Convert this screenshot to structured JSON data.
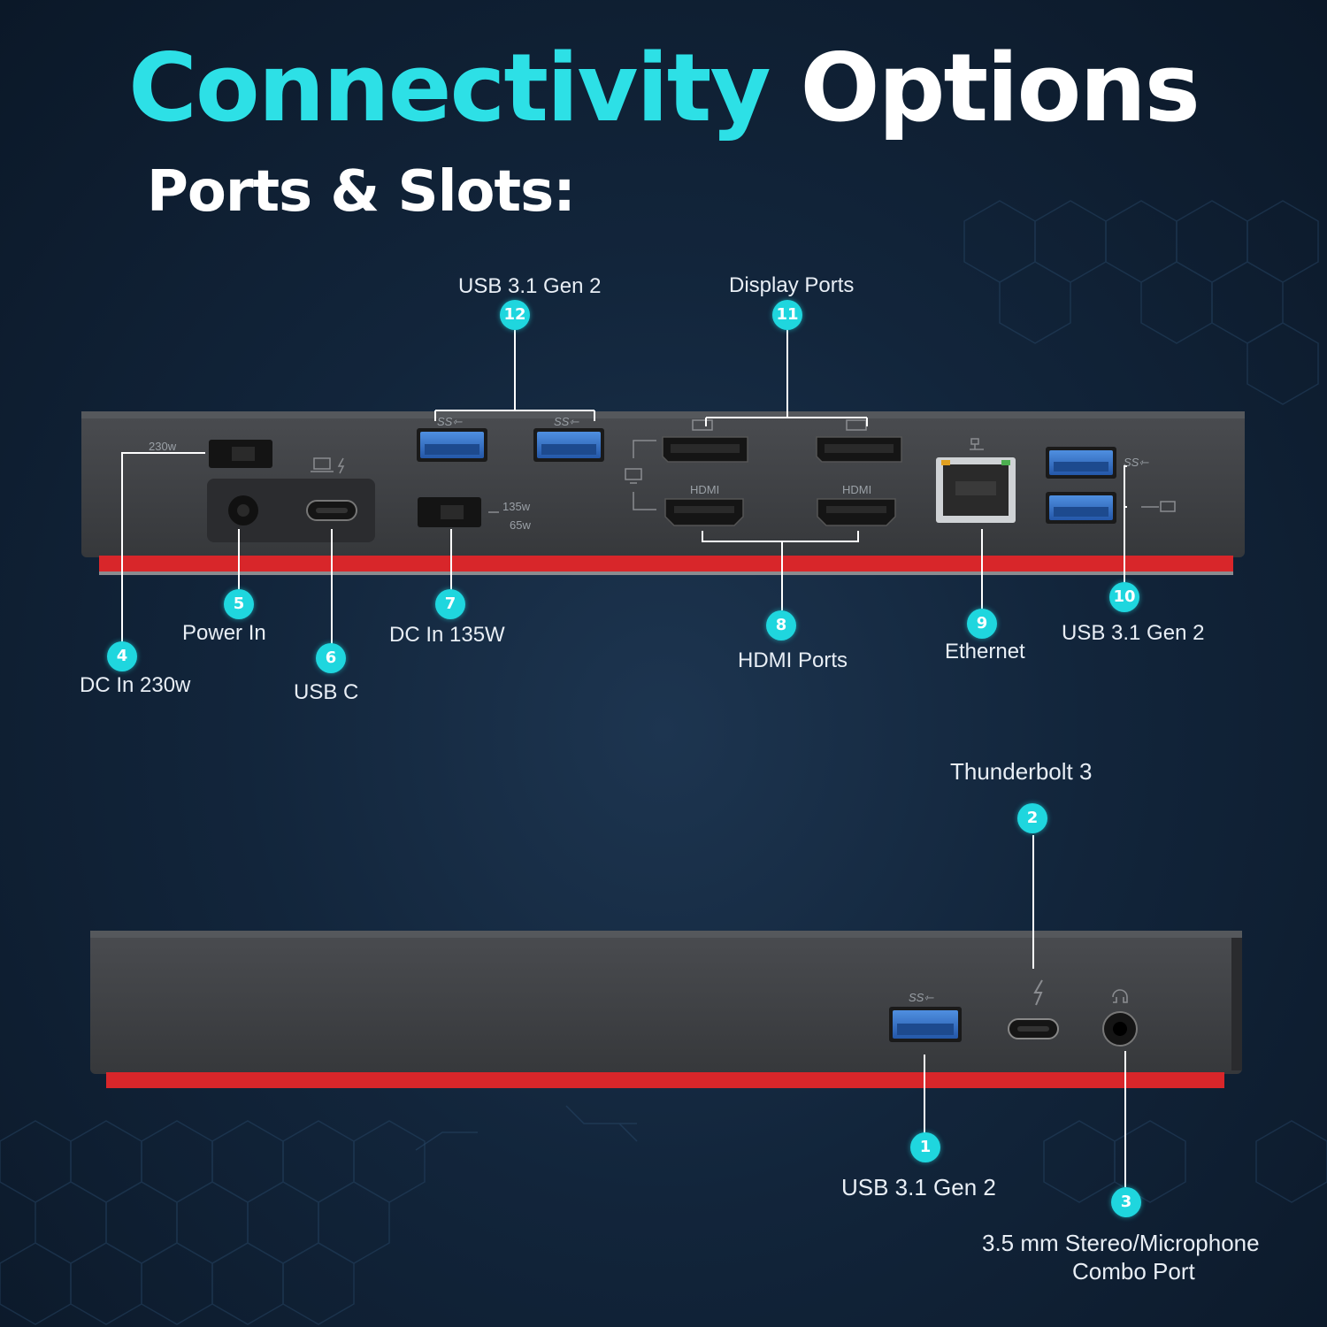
{
  "title": {
    "accent": "Connectivity",
    "rest": "Options"
  },
  "subtitle": "Ports & Slots:",
  "colors": {
    "accent": "#1fd6de",
    "device_body": "#3b3d41",
    "red_stripe": "#d8262a",
    "port_blue": "#2f6fc7"
  },
  "rear_panel": {
    "markings": {
      "w230": "230w",
      "w135": "135w",
      "w65": "65w",
      "hdmi_left": "HDMI",
      "hdmi_right": "HDMI"
    },
    "callouts": [
      {
        "number": "4",
        "label": "DC In 230w"
      },
      {
        "number": "5",
        "label": "Power In"
      },
      {
        "number": "6",
        "label": "USB C"
      },
      {
        "number": "7",
        "label": "DC In 135W"
      },
      {
        "number": "8",
        "label": "HDMI Ports"
      },
      {
        "number": "9",
        "label": "Ethernet"
      },
      {
        "number": "10",
        "label": "USB 3.1 Gen 2"
      },
      {
        "number": "11",
        "label": "Display Ports"
      },
      {
        "number": "12",
        "label": "USB 3.1 Gen 2"
      }
    ]
  },
  "front_panel": {
    "callouts": [
      {
        "number": "1",
        "label": "USB 3.1 Gen 2"
      },
      {
        "number": "2",
        "label": "Thunderbolt 3"
      },
      {
        "number": "3",
        "label_line1": "3.5 mm Stereo/Microphone",
        "label_line2": "Combo Port"
      }
    ]
  }
}
